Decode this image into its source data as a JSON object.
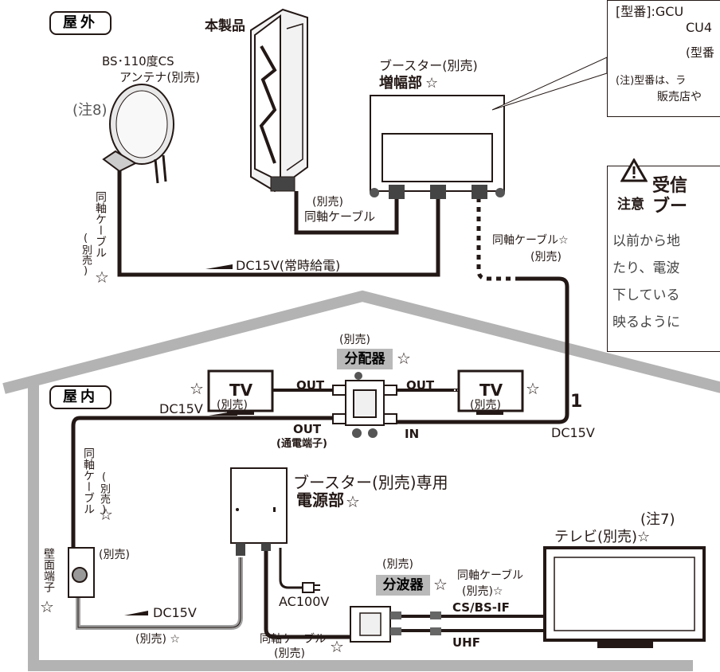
{
  "outdoor_label": "屋外",
  "indoor_label": "屋内",
  "product_label": "本製品",
  "bs_antenna": {
    "line1": "BS･110度CS",
    "line2": "アンテナ(別売)",
    "note": "(注8)"
  },
  "booster_amp": {
    "line1": "ブースター(別売)",
    "line2": "増幅部",
    "star": "☆"
  },
  "cable_product": {
    "line1": "(別売)",
    "line2": "同軸ケーブル"
  },
  "cable_left_vertical": {
    "main": "同軸ケーブル",
    "sub": "(別売)",
    "star": "☆"
  },
  "cable_right": {
    "line1": "同軸ケーブル☆",
    "line2": "(別売)"
  },
  "dc_always": "DC15V(常時給電)",
  "note_box": {
    "line1": "[型番]:GCU",
    "line2": "CU4",
    "line3": "(型番",
    "line4": "(注)型番は、ラ",
    "line5": "販売店や"
  },
  "warning": {
    "icon": "!",
    "word": "注意",
    "title1": "受信",
    "title2": "ブー",
    "body1": "以前から地",
    "body2": "たり、電波",
    "body3": "下している",
    "body4": "映るように"
  },
  "splitter": {
    "line1": "(別売)",
    "name": "分配器",
    "star": "☆",
    "out_left": "OUT",
    "out_right": "OUT",
    "out_bottom": "OUT",
    "powered": "(通電端子)",
    "in": "IN"
  },
  "tv_left": {
    "label": "TV",
    "sub": "(別売)",
    "star": "☆"
  },
  "tv_right": {
    "label": "TV",
    "sub": "(別売)",
    "star": "☆"
  },
  "dc_indoor_left": "DC15V",
  "dc_indoor_right": "DC15V",
  "num_one": "1",
  "cable_indoor_vertical": {
    "main": "同軸ケーブル",
    "sub": "(別売)",
    "star": "☆"
  },
  "wall_terminal": {
    "label": "壁面端子",
    "star": "☆",
    "sub": "(別売)"
  },
  "power_unit": {
    "line1": "ブースター(別売)専用",
    "line2": "電源部",
    "star": "☆"
  },
  "ac": "AC100V",
  "dc_bottom": "DC15V",
  "bottom_sub": "(別売) ☆",
  "tv_main": {
    "note": "(注7)",
    "label": "テレビ(別売)☆"
  },
  "separator": {
    "line1": "(別売)",
    "name": "分波器",
    "star": "☆"
  },
  "cable_sep": {
    "line1": "同軸ケーブル",
    "line2": "(別売)☆"
  },
  "cs_bs": "CS/BS-IF",
  "uhf": "UHF",
  "cable_bottom": {
    "line1": "同軸ケーブル",
    "line2": "(別売)",
    "star": "☆"
  }
}
